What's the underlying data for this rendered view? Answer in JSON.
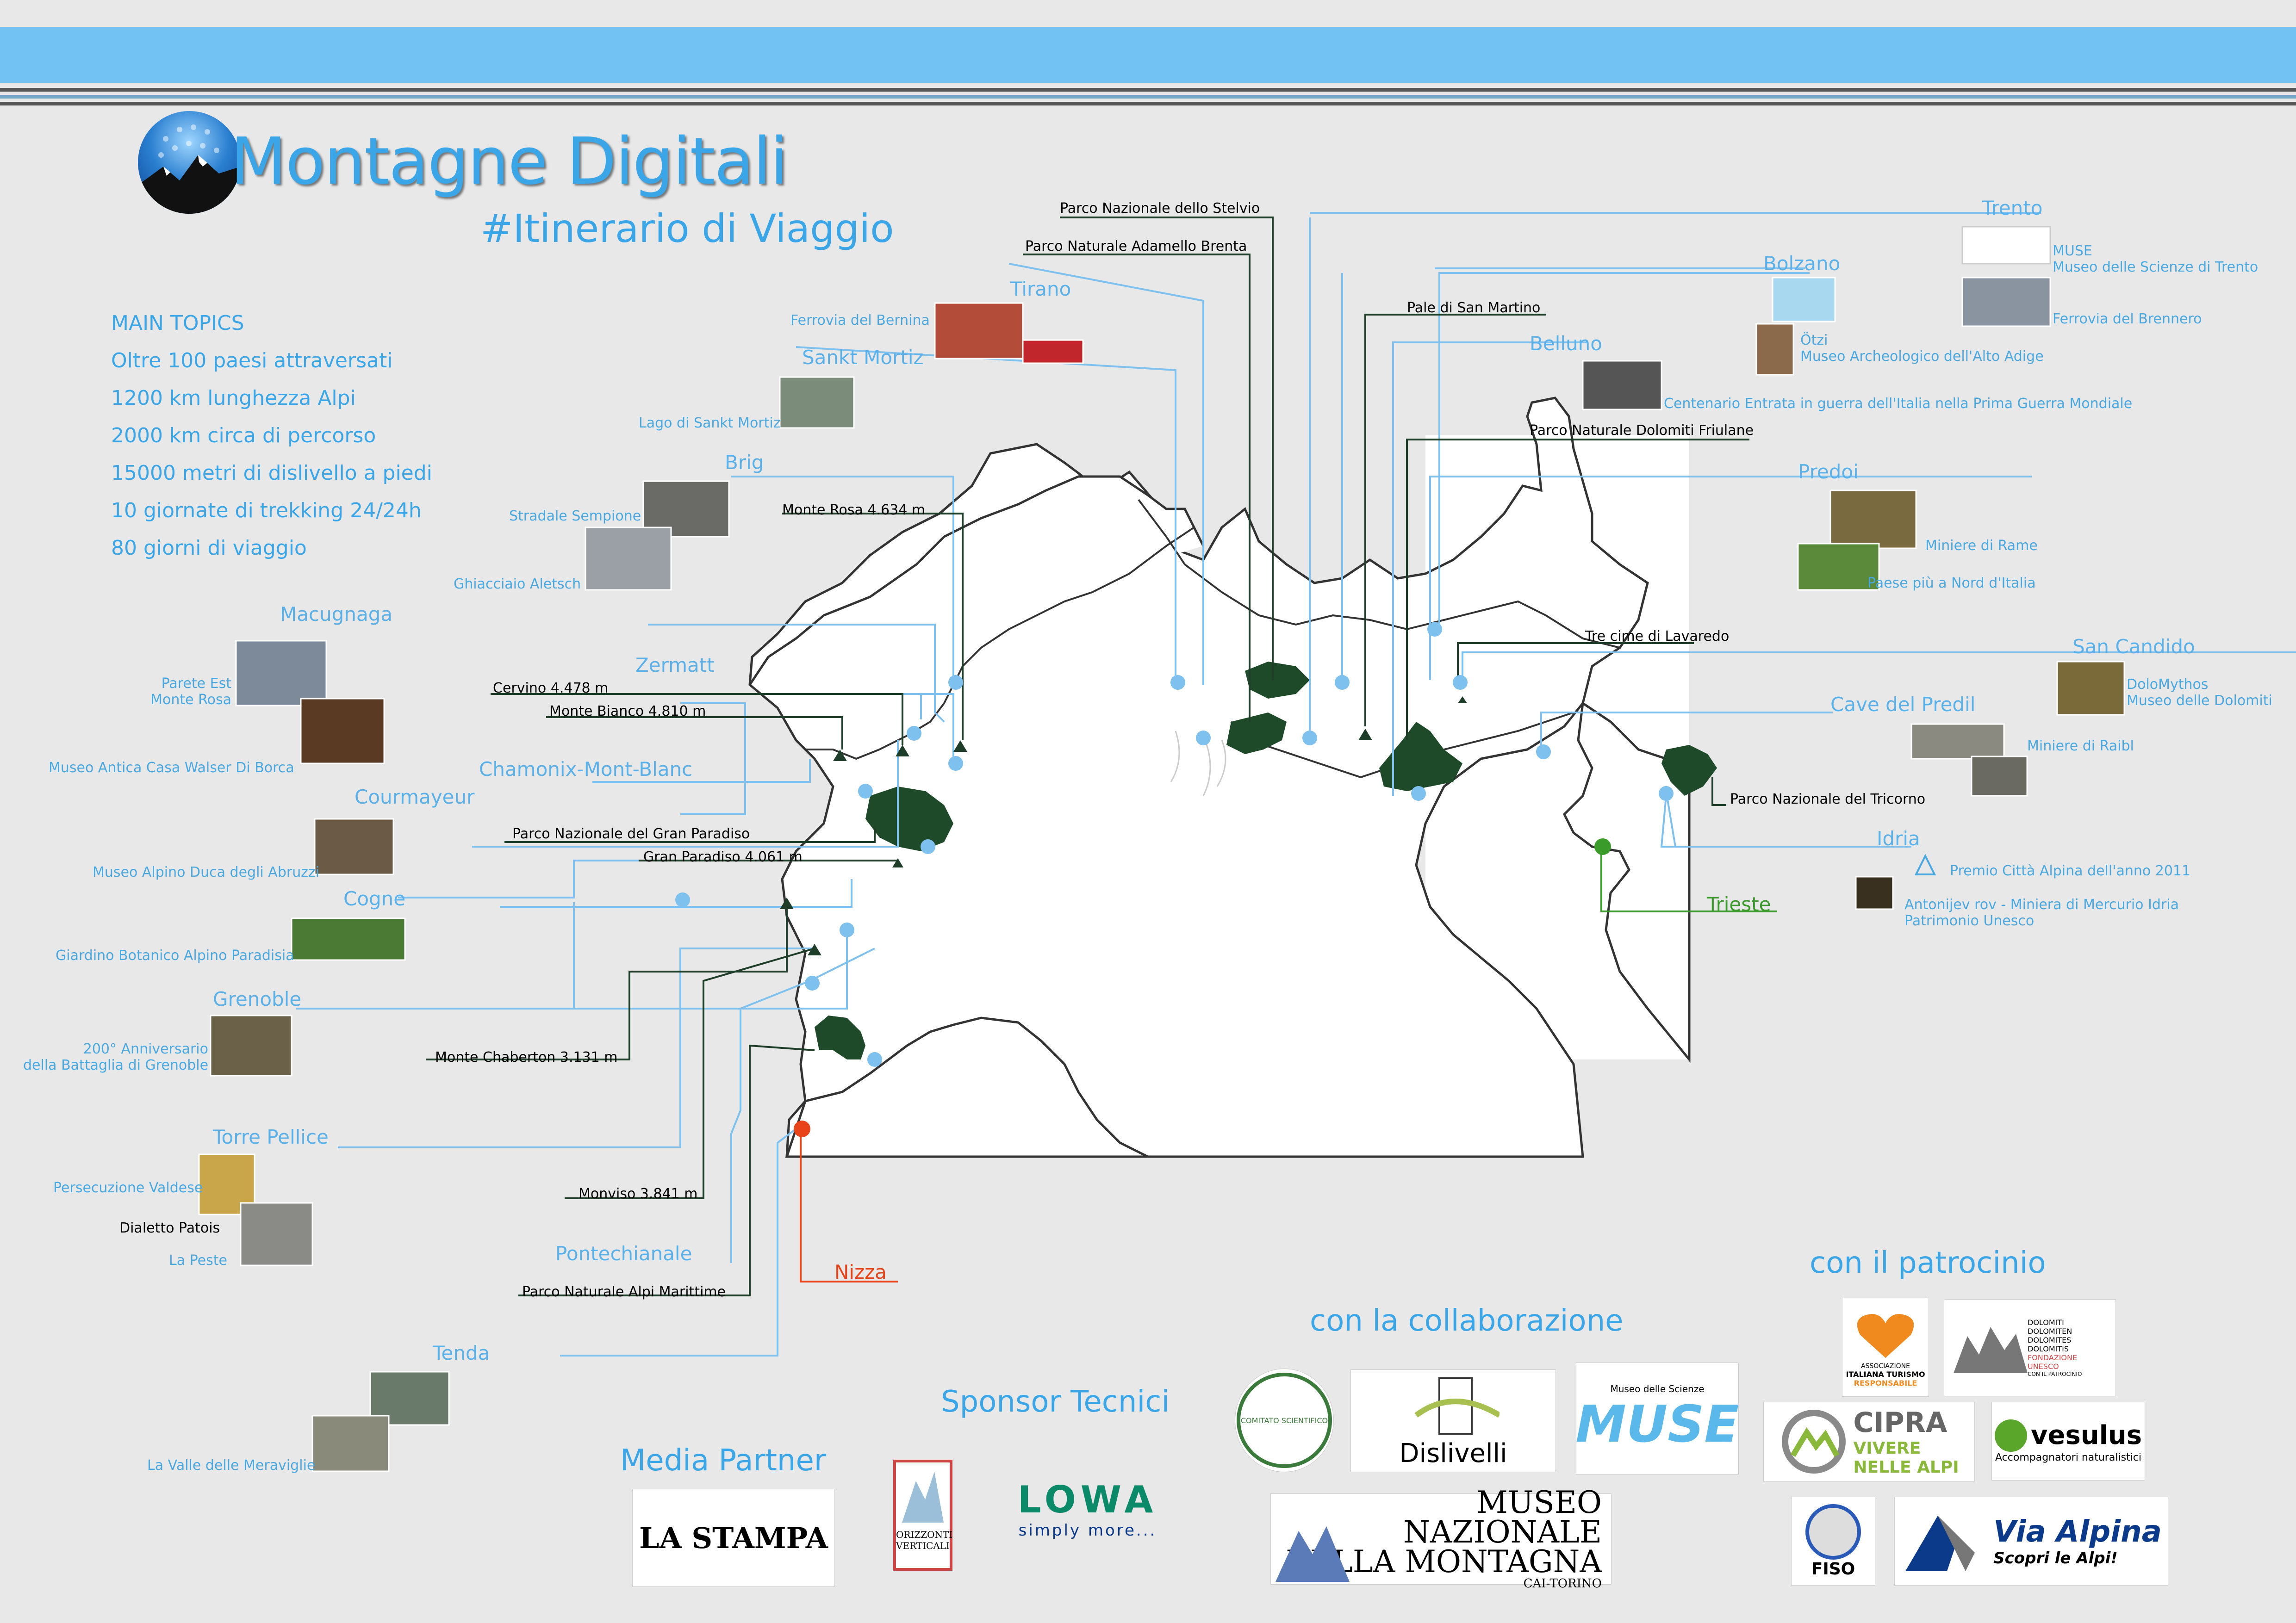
{
  "header": {
    "title": "Montagne Digitali",
    "subtitle": "#Itinerario di Viaggio"
  },
  "topics": [
    "MAIN TOPICS",
    "Oltre 100 paesi attraversati",
    "1200 km lunghezza Alpi",
    "2000 km circa di percorso",
    "15000 metri di dislivello a piedi",
    "10 giornate di trekking 24/24h",
    "80 giorni di viaggio"
  ],
  "places": {
    "tirano": "Tirano",
    "sankt_mortiz": "Sankt Mortiz",
    "brig": "Brig",
    "macugnaga": "Macugnaga",
    "zermatt": "Zermatt",
    "chamonix": "Chamonix-Mont-Blanc",
    "courmayeur": "Courmayeur",
    "cogne": "Cogne",
    "grenoble": "Grenoble",
    "torre_pellice": "Torre Pellice",
    "pontechianale": "Pontechianale",
    "nizza": "Nizza",
    "tenda": "Tenda",
    "trento": "Trento",
    "bolzano": "Bolzano",
    "belluno": "Belluno",
    "predoi": "Predoi",
    "san_candido": "San Candido",
    "cave_del_predil": "Cave del Predil",
    "idria": "Idria",
    "trieste": "Trieste"
  },
  "peaks": {
    "stelvio": "Parco Nazionale dello Stelvio",
    "adamello": "Parco Naturale Adamello Brenta",
    "pale": "Pale di San Martino",
    "dolomiti_friulane": "Parco Naturale Dolomiti Friulane",
    "tre_cime": "Tre cime di Lavaredo",
    "tricorno": "Parco Nazionale del Tricorno",
    "monte_rosa": "Monte Rosa 4.634 m",
    "cervino": "Cervino 4.478 m",
    "monte_bianco": "Monte Bianco 4.810 m",
    "gran_paradiso_park": "Parco Nazionale del Gran Paradiso",
    "gran_paradiso": "Gran Paradiso 4.061 m",
    "chaberton": "Monte Chaberton 3.131 m",
    "monviso": "Monviso 3.841 m",
    "alpi_marittime": "Parco Naturale Alpi Marittime"
  },
  "captions": {
    "bernina": "Ferrovia del Bernina",
    "lago": "Lago di Sankt Mortiz",
    "sempione": "Stradale Sempione",
    "aletsch": "Ghiacciaio Aletsch",
    "parete_est_1": "Parete Est",
    "parete_est_2": "Monte Rosa",
    "walser": "Museo Antica Casa Walser Di Borca",
    "duca": "Museo Alpino Duca degli Abruzzi",
    "paradisia": "Giardino Botanico Alpino Paradisia",
    "battaglia_1": "200° Anniversario",
    "battaglia_2": "della Battaglia di Grenoble",
    "valdese": "Persecuzione Valdese",
    "patois": "Dialetto Patois",
    "peste": "La Peste",
    "meraviglie": "La Valle delle Meraviglie",
    "muse_1": "MUSE",
    "muse_2": "Museo delle Scienze di Trento",
    "brennero": "Ferrovia del Brennero",
    "otzi_1": "Ötzi",
    "otzi_2": "Museo Archeologico dell'Alto Adige",
    "centenario": "Centenario Entrata in guerra dell'Italia nella Prima Guerra Mondiale",
    "rame": "Miniere di Rame",
    "nord": "Paese più a Nord d'Italia",
    "dolomythos_1": "DoloMythos",
    "dolomythos_2": "Museo delle Dolomiti",
    "raibl": "Miniere di Raibl",
    "premio": "Premio Città Alpina dell'anno 2011",
    "mercurio_1": "Antonijev rov - Miniera di Mercurio Idria",
    "mercurio_2": "Patrimonio Unesco"
  },
  "sections": {
    "patrocinio": "con il patrocinio",
    "collaborazione": "con la collaborazione",
    "sponsor": "Sponsor Tecnici",
    "media": "Media Partner"
  },
  "sponsors": {
    "la_stampa": "LA STAMPA",
    "orizzonti_1": "ORIZZONTI",
    "orizzonti_2": "VERTICALI",
    "lowa": "LOWA",
    "lowa_tag": "simply more...",
    "comitato": "COMITATO SCIENTIFICO",
    "dislivelli": "Dislivelli",
    "museo_scienze": "Museo delle Scienze",
    "muse": "MUSE",
    "museo_montagna_1": "MUSEO NAZIONALE",
    "museo_montagna_2": "DELLA MONTAGNA",
    "museo_montagna_3": "CAI-TORINO",
    "turismo_1": "ASSOCIAZIONE",
    "turismo_2": "ITALIANA TURISMO",
    "turismo_3": "RESPONSABILE",
    "dolomiti_words": "DOLOMITI DOLOMITEN DOLOMITES DOLOMITIS",
    "unesco": "FONDAZIONE UNESCO",
    "con_il_patrocinio": "CON IL PATROCINIO",
    "cipra_1": "CIPRA",
    "cipra_2": "VIVERE",
    "cipra_3": "NELLE ALPI",
    "vesulus_1": "vesulus",
    "vesulus_2": "Accompagnatori naturalistici",
    "fiso": "FISO",
    "via_alpina_1": "Via Alpina",
    "via_alpina_2": "Scopri le Alpi!"
  },
  "colors": {
    "accent": "#3aa6e8",
    "dark_green": "#1f4a2a",
    "topbar": "#72c3f3",
    "nizza": "#e8441a",
    "trieste": "#3a9a2a"
  }
}
